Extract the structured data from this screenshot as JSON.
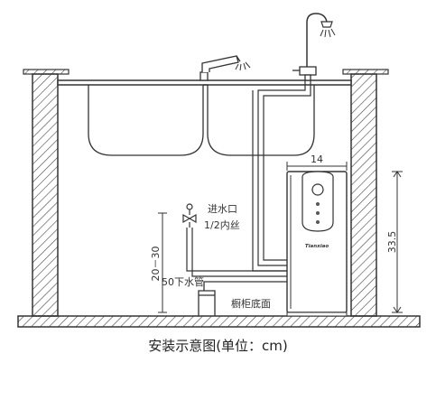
{
  "labels": {
    "inlet_title": "进水口",
    "inlet_size": "1/2内丝",
    "height_range": "20－30",
    "drain_pipe": "50下水管",
    "cabinet_floor": "橱柜底面",
    "unit_width": "14",
    "unit_height": "33.5",
    "brand": "Tianxiao"
  },
  "caption": "安装示意图(单位：cm)",
  "colors": {
    "line": "#333333",
    "hatch": "#444444"
  },
  "icons": [
    "faucet-icon",
    "spray-faucet-icon",
    "valve-icon",
    "water-purifier-unit"
  ]
}
